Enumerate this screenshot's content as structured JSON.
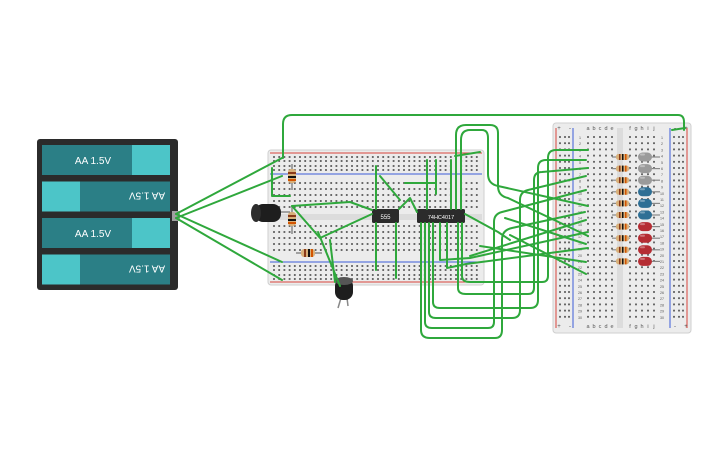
{
  "battery": {
    "cells": [
      {
        "label": "AA 1.5V",
        "flipped": false
      },
      {
        "label": "AA 1.5V",
        "flipped": true
      },
      {
        "label": "AA 1.5V",
        "flipped": false
      },
      {
        "label": "AA 1.5V",
        "flipped": true
      }
    ],
    "case_color": "#2b2b2b",
    "cell_color": "#2b7f86",
    "cap_color": "#4cc5c8"
  },
  "chips": {
    "timer": {
      "label": "555"
    },
    "counter": {
      "label": "74HC4017"
    }
  },
  "breadboard2": {
    "column_letters_left": [
      "a",
      "b",
      "c",
      "d",
      "e"
    ],
    "column_letters_right": [
      "f",
      "g",
      "h",
      "i",
      "j"
    ],
    "row_numbers": [
      "1",
      "2",
      "3",
      "4",
      "5",
      "6",
      "7",
      "8",
      "9",
      "10",
      "11",
      "12",
      "13",
      "14",
      "15",
      "16",
      "17",
      "18",
      "19",
      "20",
      "21",
      "22",
      "23",
      "24",
      "25",
      "26",
      "27",
      "28",
      "29",
      "30"
    ],
    "rail_plus": "+",
    "rail_minus": "-"
  },
  "leds": [
    {
      "color": "#9a9a9a"
    },
    {
      "color": "#9a9a9a"
    },
    {
      "color": "#9a9a9a"
    },
    {
      "color": "#2e6f95"
    },
    {
      "color": "#2e6f95"
    },
    {
      "color": "#2e6f95"
    },
    {
      "color": "#b52d33"
    },
    {
      "color": "#b52d33"
    },
    {
      "color": "#b52d33"
    },
    {
      "color": "#b52d33"
    }
  ],
  "colors": {
    "wire": "#2fa83c",
    "board": "#ececec",
    "rail_red": "#d9443b",
    "rail_blue": "#3b5bd9"
  }
}
